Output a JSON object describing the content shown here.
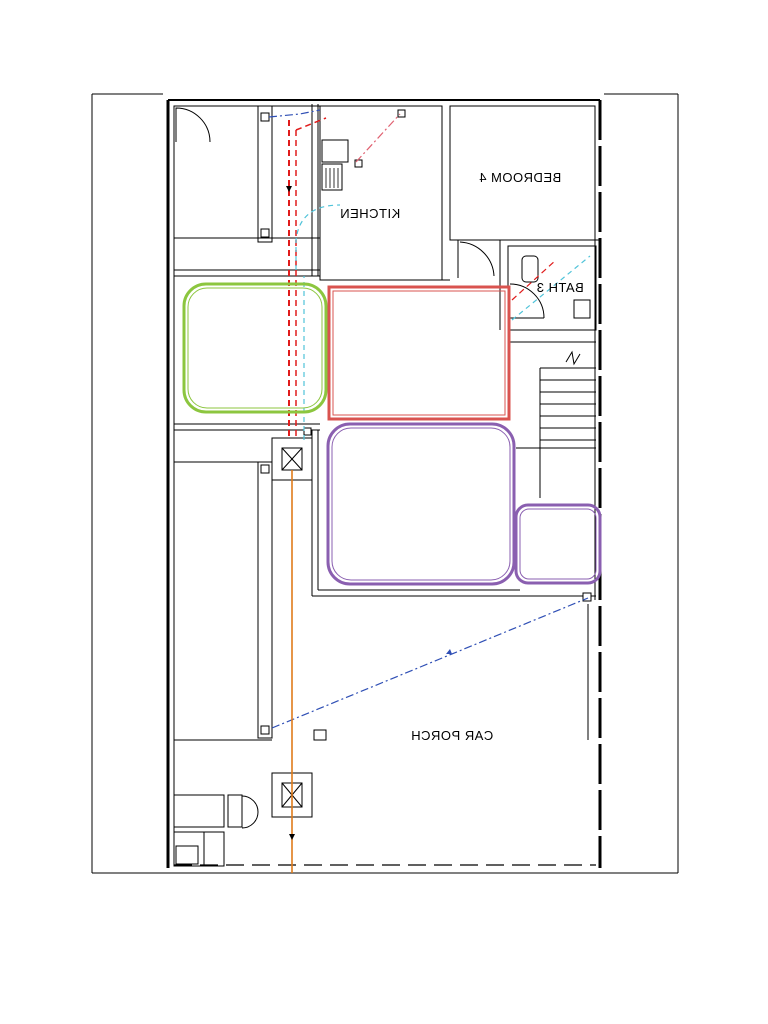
{
  "plan": {
    "rooms": [
      {
        "id": "bedroom4",
        "label": "BEDROOM 4"
      },
      {
        "id": "kitchen",
        "label": "KITCHEN"
      },
      {
        "id": "bath3",
        "label": "BATH 3"
      },
      {
        "id": "carporch",
        "label": "CAR PORCH"
      }
    ],
    "highlights": [
      {
        "id": "zone-green",
        "color": "#8cc63f"
      },
      {
        "id": "zone-red",
        "color": "#d9534f"
      },
      {
        "id": "zone-purple-large",
        "color": "#8a5fb0"
      },
      {
        "id": "zone-purple-small",
        "color": "#8a5fb0"
      }
    ],
    "lines": {
      "drain_red": "#e01b1b",
      "water_cyan": "#4fc3d9",
      "blue_dashdot": "#2f4fb5",
      "pink_dashdot": "#e06070",
      "pipe_orange": "#e07b1a"
    }
  }
}
